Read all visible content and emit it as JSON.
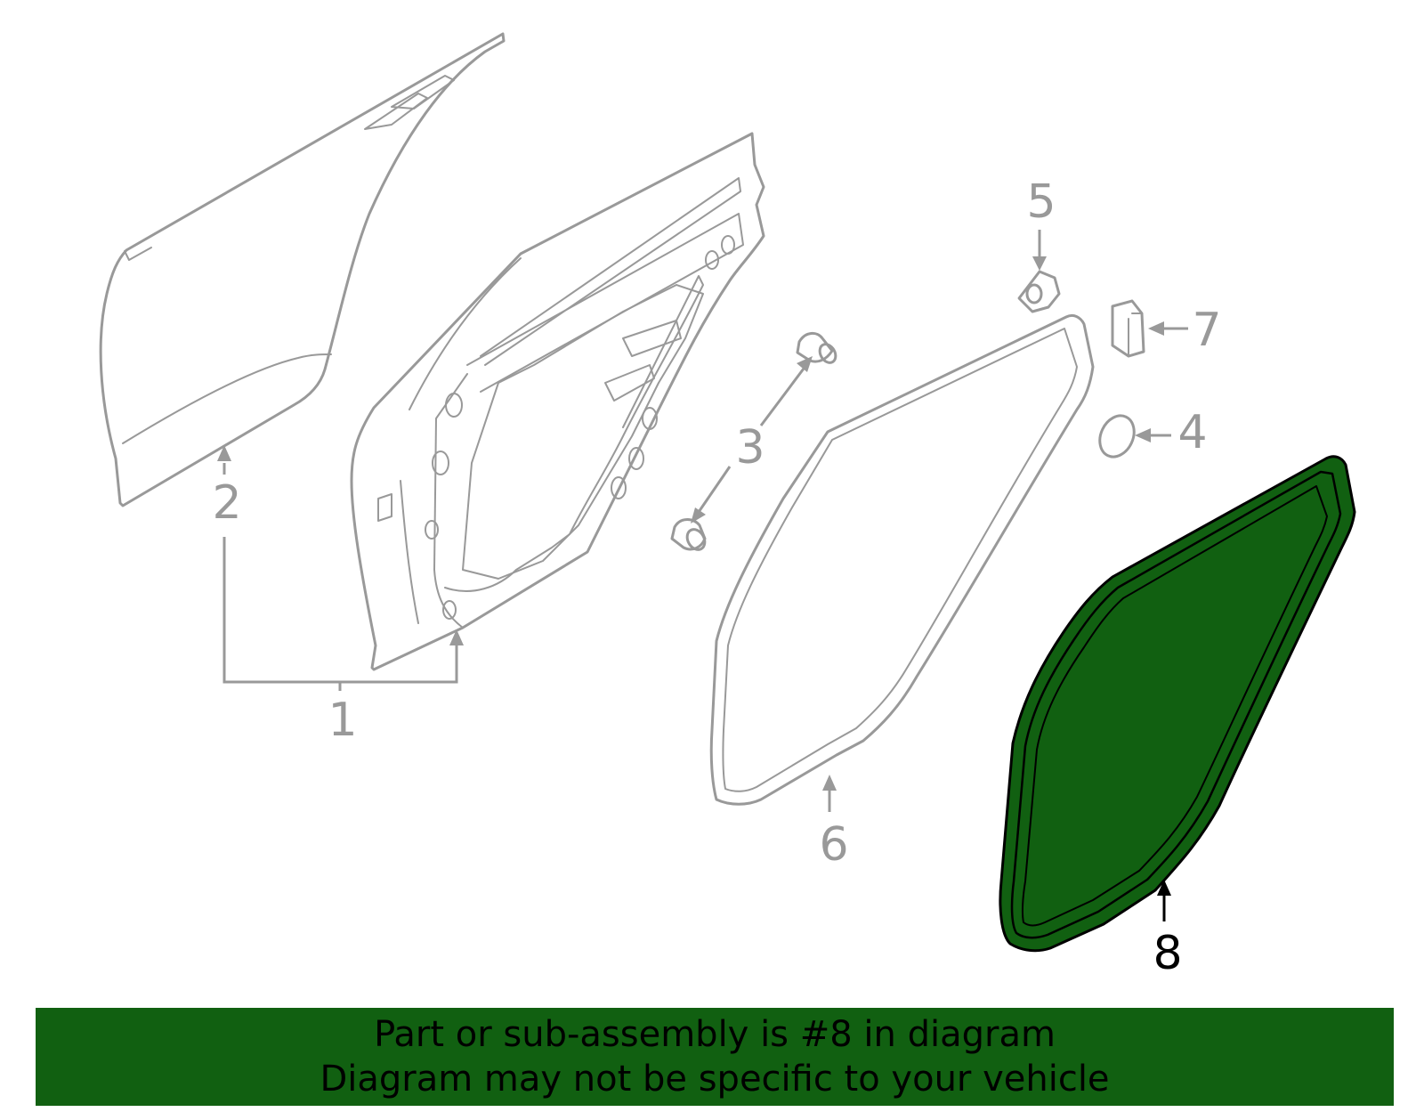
{
  "diagram": {
    "highlight_color": "#116011",
    "part_stroke_color": "#999999",
    "callouts": {
      "c1": "1",
      "c2": "2",
      "c3": "3",
      "c4": "4",
      "c5": "5",
      "c6": "6",
      "c7": "7",
      "c8": "8"
    },
    "highlighted_callout": "8"
  },
  "banner": {
    "line1": "Part or sub-assembly is #8 in diagram",
    "line2": "Diagram may not be specific to your vehicle"
  }
}
